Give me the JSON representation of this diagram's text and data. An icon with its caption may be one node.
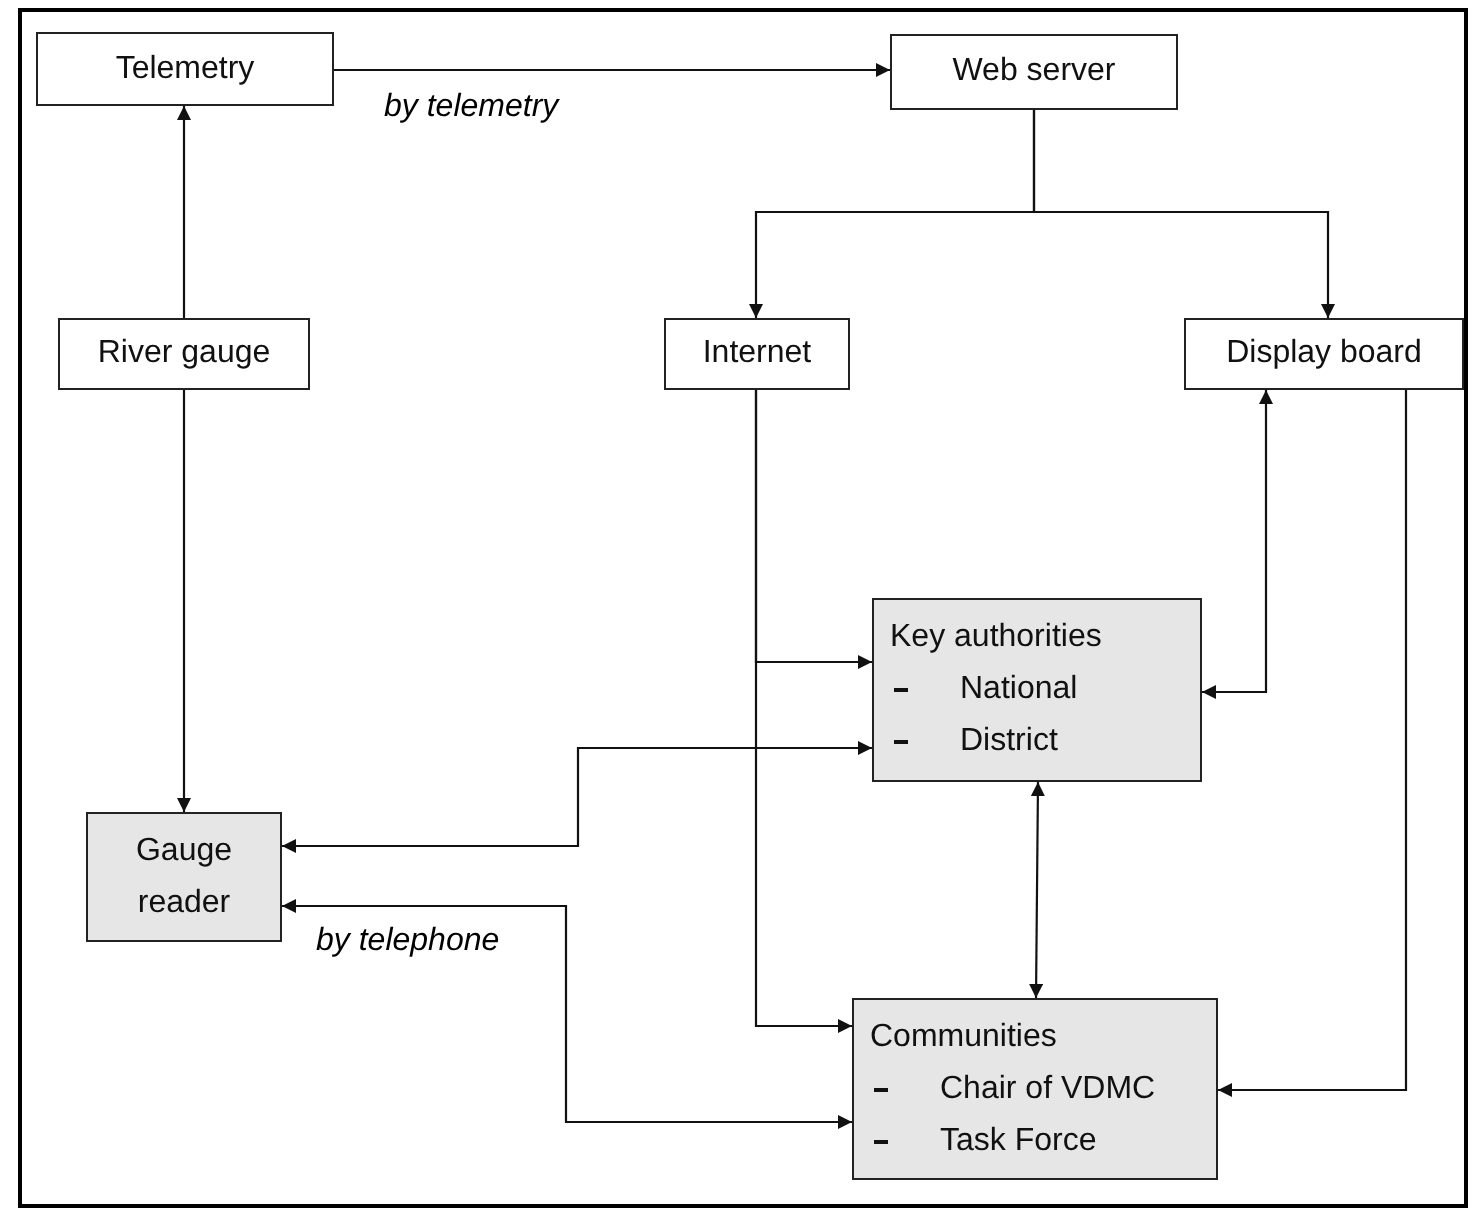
{
  "diagram": {
    "nodes": [
      {
        "text": [
          "Telemetry"
        ]
      },
      {
        "text": [
          "Web server"
        ]
      },
      {
        "text": [
          "River gauge"
        ]
      },
      {
        "text": [
          "Internet"
        ]
      },
      {
        "text": [
          "Display board"
        ]
      },
      {
        "text": [
          "Key authorities",
          "National",
          "District"
        ]
      },
      {
        "text": [
          "Gauge reader"
        ]
      },
      {
        "text": [
          "Communities",
          "Chair of VDMC",
          "Task Force"
        ]
      }
    ],
    "edges": [
      {
        "from": 0,
        "to": 1,
        "arrow": "to",
        "label": "by telemetry"
      },
      {
        "from": 1,
        "to": 3,
        "arrow": "to"
      },
      {
        "from": 1,
        "to": 4,
        "arrow": "to"
      },
      {
        "from": 2,
        "to": 0,
        "arrow": "to"
      },
      {
        "from": 2,
        "to": 6,
        "arrow": "to"
      },
      {
        "from": 3,
        "to": 5,
        "arrow": "to"
      },
      {
        "from": 3,
        "to": 7,
        "arrow": "to"
      },
      {
        "from": 4,
        "to": 5,
        "arrow": "both"
      },
      {
        "from": 4,
        "to": 7,
        "arrow": "to"
      },
      {
        "from": 5,
        "to": 6,
        "arrow": "both"
      },
      {
        "from": 5,
        "to": 7,
        "arrow": "both"
      },
      {
        "from": 6,
        "to": 7,
        "arrow": "both",
        "label": "by telephone"
      }
    ]
  }
}
